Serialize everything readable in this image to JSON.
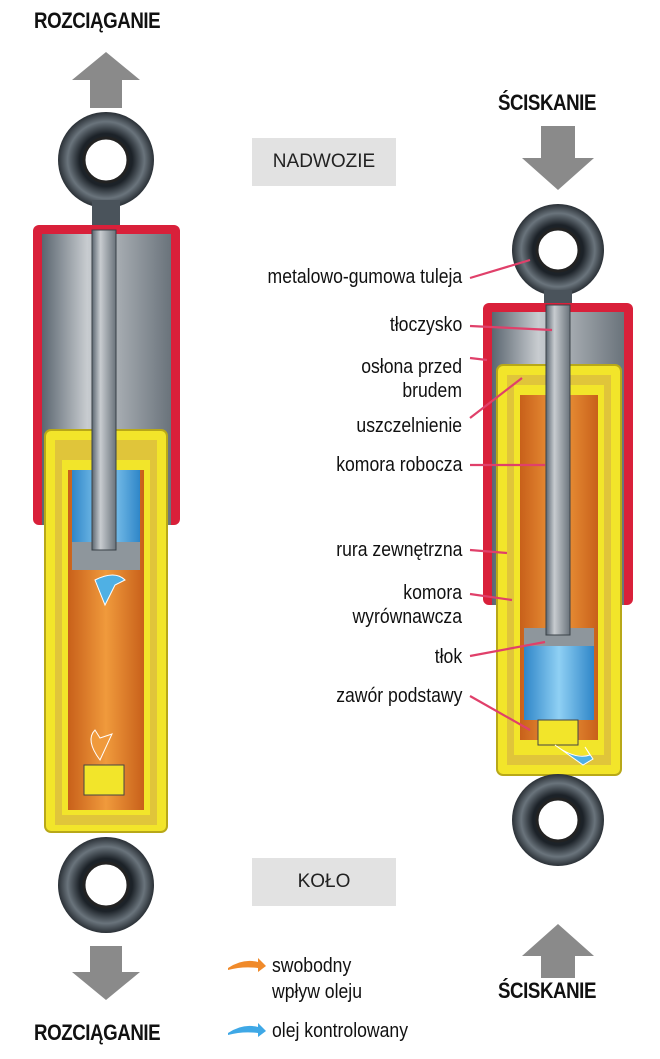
{
  "left": {
    "top_label": "ROZCIĄGANIE",
    "bottom_label": "ROZCIĄGANIE"
  },
  "right": {
    "top_label": "ŚCISKANIE",
    "bottom_label": "ŚCISKANIE"
  },
  "boxes": {
    "body": "NADWOZIE",
    "wheel": "KOŁO"
  },
  "parts": [
    {
      "label": "metalowo-gumowa tuleja"
    },
    {
      "label": "tłoczysko"
    },
    {
      "label": "osłona przed brudem"
    },
    {
      "label": "uszczelnienie"
    },
    {
      "label": "komora robocza"
    },
    {
      "label": "rura zewnętrzna"
    },
    {
      "label": "komora wyrównawcza"
    },
    {
      "label": "tłok"
    },
    {
      "label": "zawór podstawy"
    }
  ],
  "legend": [
    {
      "label": "swobodny wpływ oleju",
      "color": "#f08a2a"
    },
    {
      "label": "olej kontrolowany",
      "color": "#3fa8e6"
    }
  ],
  "colors": {
    "cap": "#d9203a",
    "tube": "#f2e52a",
    "oil": "#e8842a",
    "oil_controlled": "#4fb0e4",
    "leader": "#e0406a",
    "arrow": "#8a8a8a"
  }
}
